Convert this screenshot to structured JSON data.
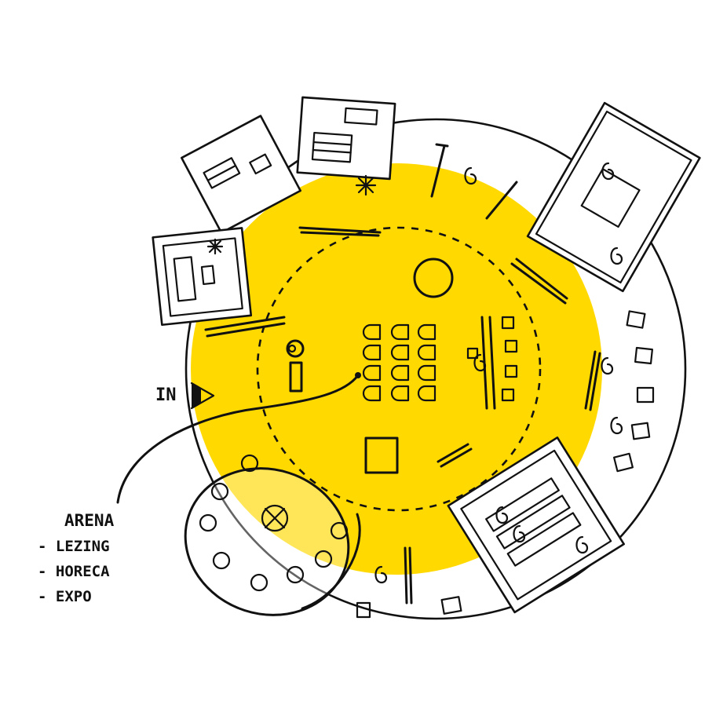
{
  "entrance_label": "IN",
  "legend": {
    "title": "ARENA",
    "items": [
      "- LEZING",
      "- HORECA",
      "- EXPO"
    ]
  },
  "colors": {
    "highlight": "#ffd900",
    "ink": "#111111",
    "paper": "#ffffff"
  }
}
